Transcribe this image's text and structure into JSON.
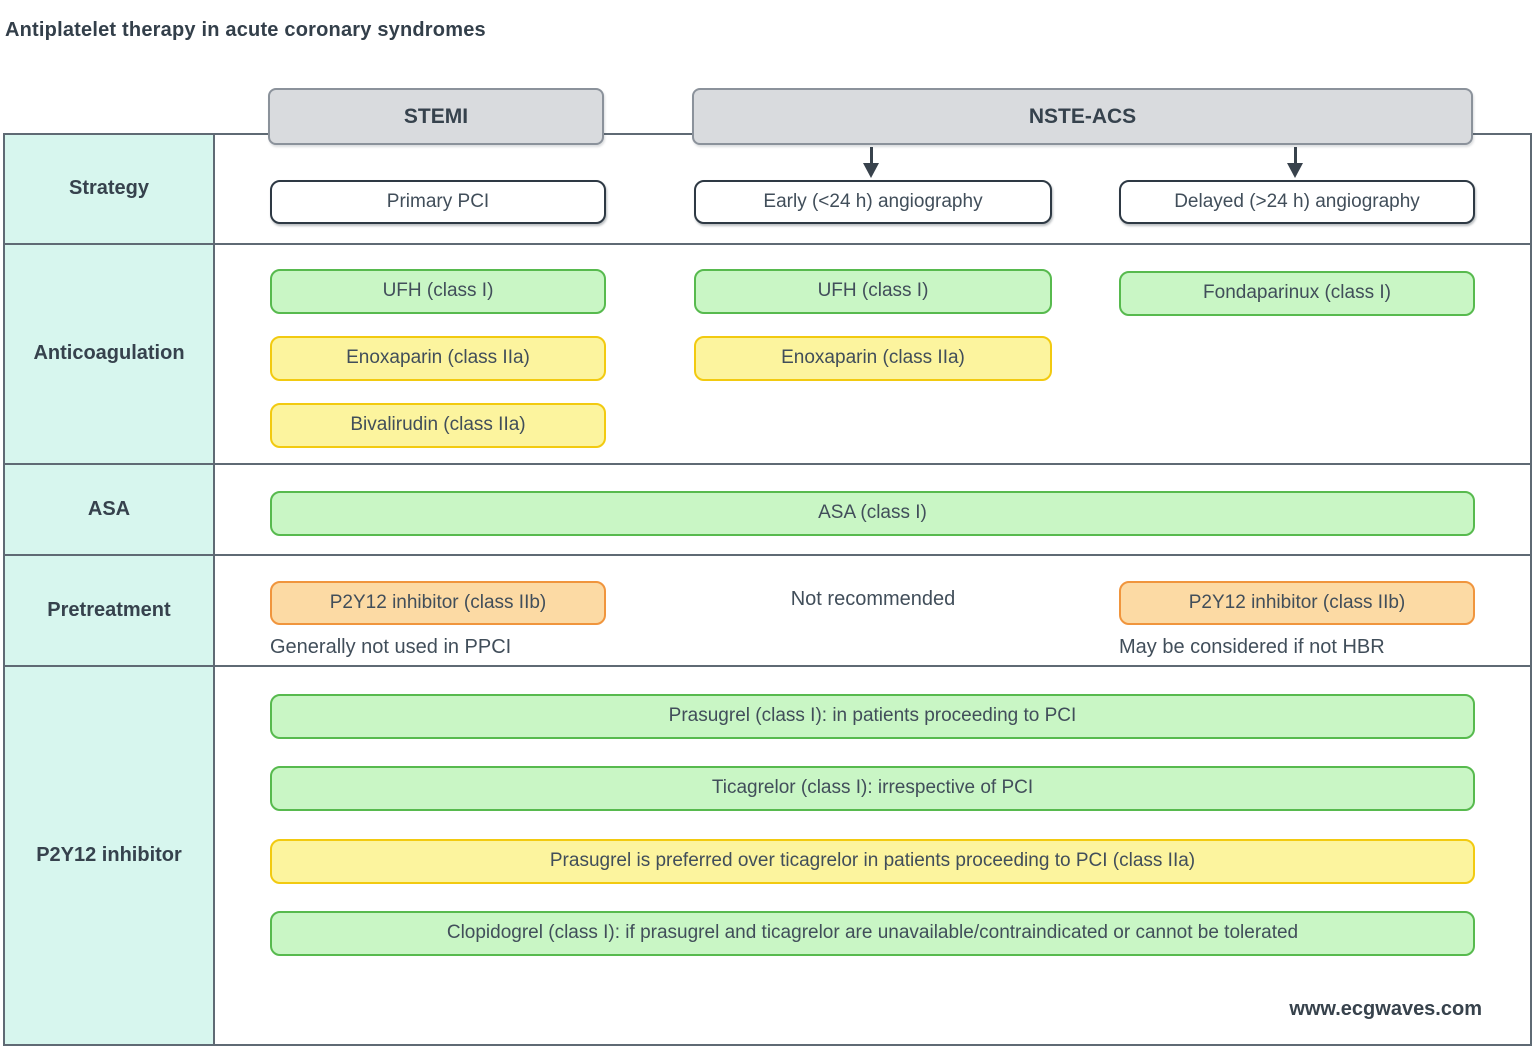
{
  "title": "Antiplatelet therapy in acute coronary syndromes",
  "header": {
    "stemi": "STEMI",
    "nste_acs": "NSTE-ACS"
  },
  "row_labels": [
    "Strategy",
    "Anticoagulation",
    "ASA",
    "Pretreatment",
    "P2Y12 inhibitor"
  ],
  "strategy": {
    "stemi": "Primary PCI",
    "early": "Early (<24 h) angiography",
    "delayed": "Delayed (>24 h) angiography"
  },
  "anticoagulation": {
    "stemi": [
      {
        "text": "UFH (class I)",
        "level": "green"
      },
      {
        "text": "Enoxaparin (class IIa)",
        "level": "yellow"
      },
      {
        "text": "Bivalirudin (class IIa)",
        "level": "yellow"
      }
    ],
    "early": [
      {
        "text": "UFH (class I)",
        "level": "green"
      },
      {
        "text": "Enoxaparin (class IIa)",
        "level": "yellow"
      }
    ],
    "delayed": [
      {
        "text": "Fondaparinux (class I)",
        "level": "green"
      }
    ]
  },
  "asa": {
    "text": "ASA (class I)",
    "level": "green"
  },
  "pretreatment": {
    "stemi": {
      "box": "P2Y12 inhibitor (class IIb)",
      "level": "orange",
      "note": "Generally not used in PPCI"
    },
    "early": {
      "note": "Not recommended"
    },
    "delayed": {
      "box": "P2Y12 inhibitor (class IIb)",
      "level": "orange",
      "note": "May be considered if not HBR"
    }
  },
  "p2y12_inhibitor": [
    {
      "text": "Prasugrel (class I): in patients proceeding to PCI",
      "level": "green"
    },
    {
      "text": "Ticagrelor (class I): irrespective of PCI",
      "level": "green"
    },
    {
      "text": "Prasugrel is preferred over ticagrelor in patients proceeding to PCI (class IIa)",
      "level": "yellow"
    },
    {
      "text": "Clopidogrel (class I): if prasugrel and ticagrelor are unavailable/contraindicated or cannot be tolerated",
      "level": "green"
    }
  ],
  "watermark": "www.ecgwaves.com",
  "colors": {
    "grid_border": "#5f6a74",
    "label_fill": "#d7f6ee",
    "label_text": "#36424d",
    "header_fill": "#d9dbde",
    "header_border": "#8b929b",
    "green_fill": "#c9f6c5",
    "green_border": "#57ba4e",
    "yellow_fill": "#fcf49e",
    "yellow_border": "#f2ca10",
    "orange_fill": "#fcdaa4",
    "orange_border": "#f0953d",
    "white_border": "#2e3944",
    "text_color": "#414e5a",
    "arrow_color": "#38424c"
  }
}
